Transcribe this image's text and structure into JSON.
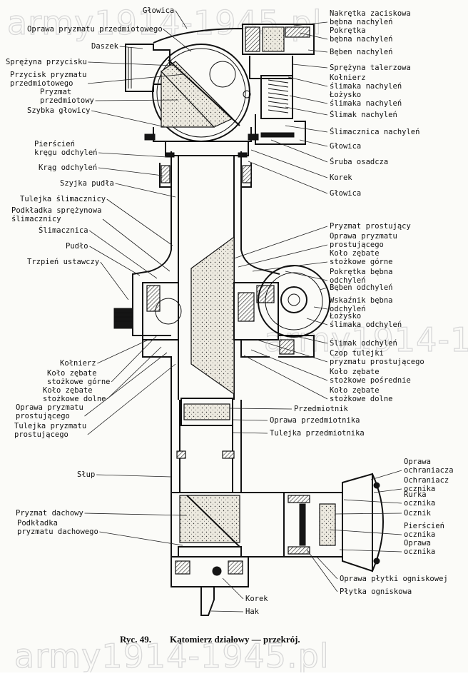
{
  "watermarks": [
    "army1914-1945.pl",
    "army1914-1945.pl",
    "army1914-1945.pl"
  ],
  "caption": {
    "number": "Ryc. 49.",
    "title": "Kątomierz działowy — przekrój."
  },
  "labels_left": [
    {
      "id": "glowica-top",
      "lines": [
        "Głowica"
      ]
    },
    {
      "id": "oprawa-pryzmatu-przedmiotowego",
      "lines": [
        "Oprawa pryzmatu przedmiotowego"
      ]
    },
    {
      "id": "daszek",
      "lines": [
        "Daszek"
      ]
    },
    {
      "id": "sprezyna-przycisku",
      "lines": [
        "Sprężyna przycisku"
      ]
    },
    {
      "id": "przycisk-pryzmatu",
      "lines": [
        "Przycisk pryzmatu",
        "przedmiotowego"
      ]
    },
    {
      "id": "pryzmat-przedmiotowy",
      "lines": [
        "Pryzmat",
        "przedmiotowy"
      ]
    },
    {
      "id": "szybka-glowicy",
      "lines": [
        "Szybka głowicy"
      ]
    },
    {
      "id": "pierscien-kregu",
      "lines": [
        "Pierścień",
        "kręgu odchyleń"
      ]
    },
    {
      "id": "krag-odchylen",
      "lines": [
        "Krąg odchyleń"
      ]
    },
    {
      "id": "szyjka-pudla",
      "lines": [
        "Szyjka pudła"
      ]
    },
    {
      "id": "tulejka-slimacznicy",
      "lines": [
        "Tulejka ślimacznicy"
      ]
    },
    {
      "id": "podkladka-sprezynowa",
      "lines": [
        "Podkładka sprężynowa",
        "ślimacznicy"
      ]
    },
    {
      "id": "slimacznica",
      "lines": [
        "Ślimacznica"
      ]
    },
    {
      "id": "pudlo",
      "lines": [
        "Pudło"
      ]
    },
    {
      "id": "trzpien-ustawczy",
      "lines": [
        "Trzpień ustawczy"
      ]
    },
    {
      "id": "kolnierz-left",
      "lines": [
        "Kołnierz"
      ]
    },
    {
      "id": "kolo-gorne-left",
      "lines": [
        "Koło zębate",
        "stożkowe górne"
      ]
    },
    {
      "id": "kolo-dolne-left",
      "lines": [
        "Koło zębate",
        "stożkowe dolne"
      ]
    },
    {
      "id": "oprawa-pryzmatu-prostujacego-left",
      "lines": [
        "Oprawa pryzmatu",
        "prostującego"
      ]
    },
    {
      "id": "tulejka-pryzmatu-prostujacego",
      "lines": [
        "Tulejka pryzmatu",
        "prostującego"
      ]
    },
    {
      "id": "slup",
      "lines": [
        "Słup"
      ]
    },
    {
      "id": "pryzmat-dachowy",
      "lines": [
        "Pryzmat dachowy"
      ]
    },
    {
      "id": "podkladka-pryzmatu-dachowego",
      "lines": [
        "Podkładka",
        "pryzmatu dachowego"
      ]
    }
  ],
  "labels_right": [
    {
      "id": "nakretka-zaciskowa",
      "lines": [
        "Nakrętka zaciskowa",
        "bębna nachyleń"
      ]
    },
    {
      "id": "pokretka-bebna-nachylen",
      "lines": [
        "Pokrętka",
        "bębna nachyleń"
      ]
    },
    {
      "id": "beben-nachylen",
      "lines": [
        "Bęben nachyleń"
      ]
    },
    {
      "id": "sprezyna-talerzowa",
      "lines": [
        "Sprężyna talerzowa"
      ]
    },
    {
      "id": "kolnierz-slimaka",
      "lines": [
        "Kołnierz",
        "ślimaka nachyleń"
      ]
    },
    {
      "id": "lozysko-slimaka-nachylen",
      "lines": [
        "Łożysko",
        "ślimaka nachyleń"
      ]
    },
    {
      "id": "slimak-nachylen",
      "lines": [
        "Ślimak nachyleń"
      ]
    },
    {
      "id": "slimacznica-nachylen",
      "lines": [
        "Ślimacznica nachyleń"
      ]
    },
    {
      "id": "glowica-right-1",
      "lines": [
        "Głowica"
      ]
    },
    {
      "id": "sruba-osadcza",
      "lines": [
        "Śruba osadcza"
      ]
    },
    {
      "id": "korek-top",
      "lines": [
        "Korek"
      ]
    },
    {
      "id": "glowica-right-2",
      "lines": [
        "Głowica"
      ]
    },
    {
      "id": "pryzmat-prostujacy",
      "lines": [
        "Pryzmat prostujący"
      ]
    },
    {
      "id": "oprawa-pryzmatu-prostujacego-right",
      "lines": [
        "Oprawa pryzmatu",
        "prostującego"
      ]
    },
    {
      "id": "kolo-gorne-right",
      "lines": [
        "Koło zębate",
        "stożkowe górne"
      ]
    },
    {
      "id": "pokretka-bebna-odchylen",
      "lines": [
        "Pokrętka bębna",
        "odchyleń"
      ]
    },
    {
      "id": "beben-odchylen",
      "lines": [
        "Bęben odchyleń"
      ]
    },
    {
      "id": "wskaznik-bebna",
      "lines": [
        "Wskaźnik bębna",
        "odchyleń"
      ]
    },
    {
      "id": "lozysko-slimaka-odchylen",
      "lines": [
        "Łożysko",
        "ślimaka odchyleń"
      ]
    },
    {
      "id": "slimak-odchylen",
      "lines": [
        "Ślimak odchyleń"
      ]
    },
    {
      "id": "czop-tulejki",
      "lines": [
        "Czop tulejki",
        "pryzmatu prostującego"
      ]
    },
    {
      "id": "kolo-posrednie",
      "lines": [
        "Koło zębate",
        "stożkowe pośrednie"
      ]
    },
    {
      "id": "kolo-dolne-right",
      "lines": [
        "Koło zębate",
        "stożkowe dolne"
      ]
    },
    {
      "id": "przedmiotnik",
      "lines": [
        "Przedmiotnik"
      ]
    },
    {
      "id": "oprawa-przedmiotnika",
      "lines": [
        "Oprawa przedmiotnika"
      ]
    },
    {
      "id": "tulejka-przedmiotnika",
      "lines": [
        "Tulejka przedmiotnika"
      ]
    },
    {
      "id": "oprawa-ochraniacza",
      "lines": [
        "Oprawa",
        "ochraniacza"
      ]
    },
    {
      "id": "ochraniacz-ocznika",
      "lines": [
        "Ochraniacz",
        "ocznika"
      ]
    },
    {
      "id": "rurka-ocznika",
      "lines": [
        "Rurka",
        "ocznika"
      ]
    },
    {
      "id": "ocznik",
      "lines": [
        "Ocznik"
      ]
    },
    {
      "id": "pierscien-ocznika",
      "lines": [
        "Pierścień",
        "ocznika"
      ]
    },
    {
      "id": "oprawa-ocznika",
      "lines": [
        "Oprawa",
        "ocznika"
      ]
    },
    {
      "id": "oprawa-plytki",
      "lines": [
        "Oprawa płytki ogniskowej"
      ]
    },
    {
      "id": "plytka-ogniskowa",
      "lines": [
        "Płytka ogniskowa"
      ]
    },
    {
      "id": "korek-bottom",
      "lines": [
        "Korek"
      ]
    },
    {
      "id": "hak",
      "lines": [
        "Hak"
      ]
    }
  ]
}
